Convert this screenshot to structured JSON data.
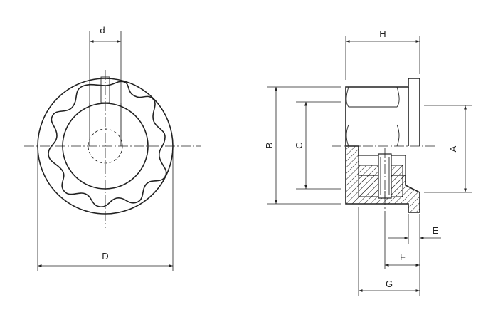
{
  "drawing": {
    "front_view": {
      "dimension_labels": {
        "d": "d",
        "D": "D"
      }
    },
    "side_view": {
      "dimension_labels": {
        "H": "H",
        "B": "B",
        "C": "C",
        "A": "A",
        "E": "E",
        "F": "F",
        "G": "G"
      }
    }
  }
}
